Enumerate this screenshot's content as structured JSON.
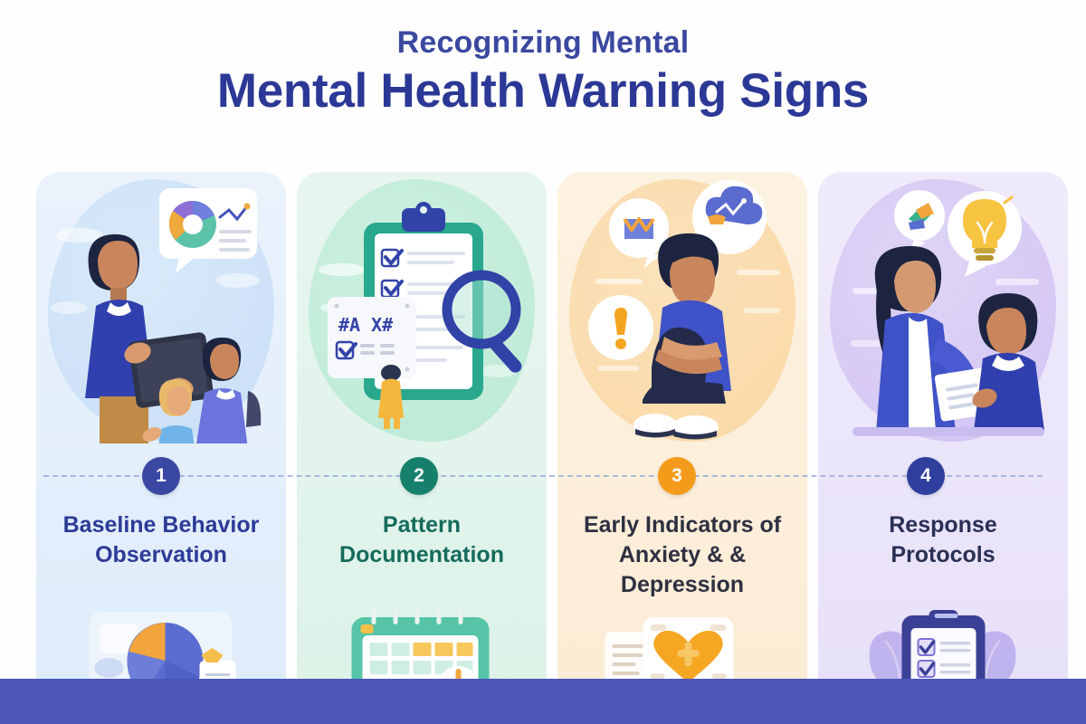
{
  "header": {
    "eyebrow": "Recognizing Mental",
    "headline": "Mental Health Warning Signs"
  },
  "colors": {
    "headline": "#2b3896",
    "eyebrow": "#3b48a0",
    "footer_bar": "#4c57b8",
    "step1": "#3a47a3",
    "step2": "#17806d",
    "step3": "#f59b1c",
    "step4": "#2f3f9e",
    "connector_line": "#9fb0d8"
  },
  "steps": [
    {
      "number": "1",
      "label": "Baseline Behavior Observation",
      "panel_bg": "#e3effb",
      "illustration": "adult-with-clipboard-observing-children",
      "bottom_icon": "pie-chart-with-report"
    },
    {
      "number": "2",
      "label": "Pattern Documentation",
      "panel_bg": "#e2f4ec",
      "illustration": "clipboard-checklist-with-magnifying-glass",
      "bottom_icon": "calendar-with-download-badge"
    },
    {
      "number": "3",
      "label": "Early Indicators of Anxiety & & Depression",
      "panel_bg": "#fcefdb",
      "illustration": "sad-child-sitting-with-thought-bubbles",
      "bottom_icon": "heart-with-cross-on-cards"
    },
    {
      "number": "4",
      "label": "Response Protocols",
      "panel_bg": "#ebe5fa",
      "illustration": "counselor-handing-document-to-student",
      "bottom_icon": "clipboard-with-checkmarks-and-leaves"
    }
  ]
}
